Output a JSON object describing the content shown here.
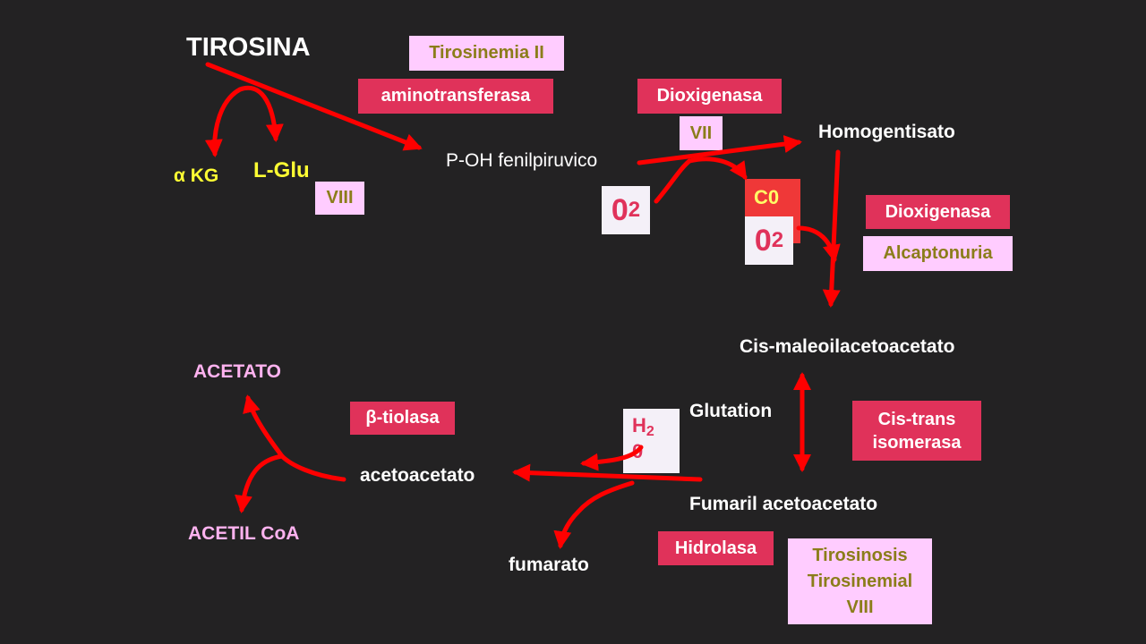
{
  "colors": {
    "background": "#232223",
    "arrow": "#ff0000",
    "enzyme_box": "#e0325a",
    "disease_box": "#ffccff",
    "disease_text": "#8b7d1a",
    "cofactor_text": "#ffff33",
    "end_product_text": "#ffb3f0"
  },
  "metabolites": {
    "tirosina": "TIROSINA",
    "p_oh_fenilpiruvico": "P-OH fenilpiruvico",
    "homogentisato": "Homogentisato",
    "cis_maleoil": "Cis-maleoilacetoacetato",
    "fumaril": "Fumaril acetoacetato",
    "acetoacetato": "acetoacetato",
    "fumarato": "fumarato",
    "glutation": "Glutation",
    "acetato": "ACETATO",
    "acetil_coa": "ACETIL CoA"
  },
  "cofactors": {
    "alpha_kg": "α KG",
    "l_glu": "L-Glu",
    "o2_number": "0",
    "o2_subscript": "2",
    "co": "C0",
    "h2o_h": "H",
    "h2o_sub": "2",
    "h2o_o": "0"
  },
  "enzymes": {
    "aminotransferasa": "aminotransferasa",
    "dioxigenasa_1": "Dioxigenasa",
    "dioxigenasa_2": "Dioxigenasa",
    "cis_trans_1": "Cis-trans",
    "cis_trans_2": "isomerasa",
    "hidrolasa": "Hidrolasa",
    "beta_tiolasa": "β-tiolasa"
  },
  "diseases": {
    "tirosinemia_ii": "Tirosinemia II",
    "viii_left": "VIII",
    "vii": "VII",
    "alcaptonuria": "Alcaptonuria",
    "tirosinosis": "Tirosinosis",
    "tirosinemia_i": "Tirosinemial",
    "viii_bottom": "VIII"
  }
}
